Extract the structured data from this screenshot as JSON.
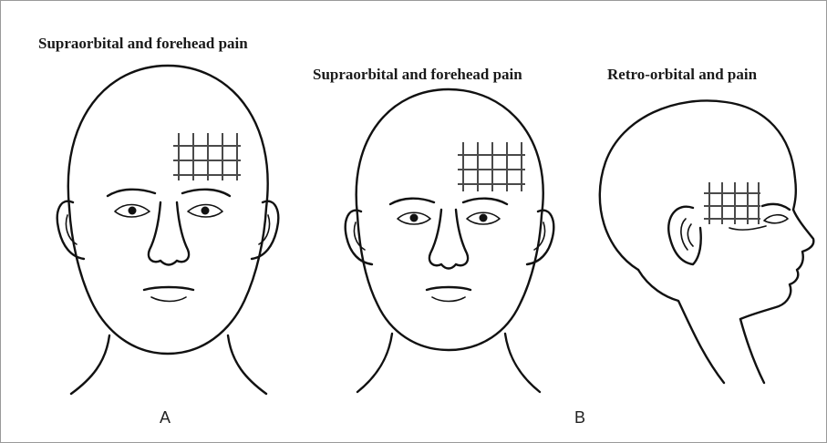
{
  "labels": {
    "left_caption": "Supraorbital and forehead pain",
    "middle_caption": "Supraorbital and forehead pain",
    "right_caption": "Retro-orbital and pain",
    "panel_a": "A",
    "panel_b": "B"
  },
  "colors": {
    "ink": "#111111",
    "grid": "#4a4a4a",
    "frame": "#9a9a9a"
  }
}
